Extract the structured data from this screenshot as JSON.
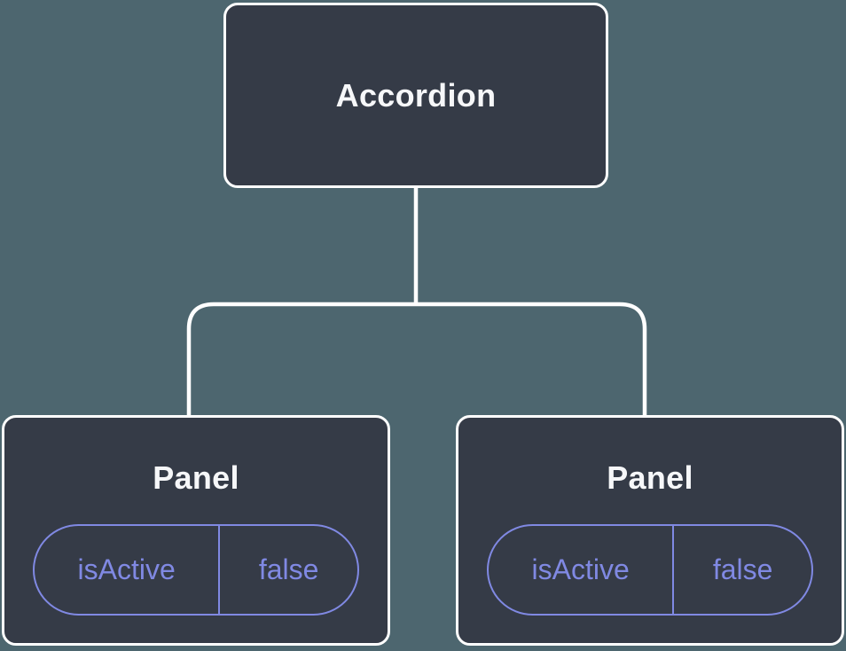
{
  "diagram": {
    "root": {
      "label": "Accordion"
    },
    "panels": [
      {
        "label": "Panel",
        "state": {
          "key": "isActive",
          "value": "false"
        }
      },
      {
        "label": "Panel",
        "state": {
          "key": "isActive",
          "value": "false"
        }
      }
    ]
  },
  "colors": {
    "background": "#4d666f",
    "node_fill": "#353b47",
    "node_border": "#ffffff",
    "node_text": "#f6f7f9",
    "state_accent": "#8089e3",
    "connector": "#ffffff"
  }
}
